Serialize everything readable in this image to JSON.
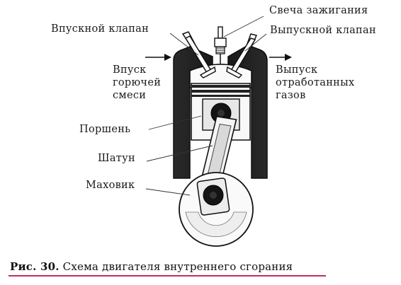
{
  "labels": {
    "spark_plug": "Свеча зажигания",
    "intake_valve": "Впускной клапан",
    "exhaust_valve": "Выпускной клапан",
    "intake_line1": "Впуск",
    "intake_line2": "горючей",
    "intake_line3": "смеси",
    "exhaust_line1": "Выпуск",
    "exhaust_line2": "отработанных",
    "exhaust_line3": "газов",
    "piston": "Поршень",
    "connecting_rod": "Шатун",
    "flywheel": "Маховик"
  },
  "caption": {
    "number": "Рис. 30.",
    "text": "Схема двигателя внутреннего сгорания"
  },
  "colors": {
    "caption_underline": "#c22f5f",
    "ink": "#1a1a1a"
  }
}
